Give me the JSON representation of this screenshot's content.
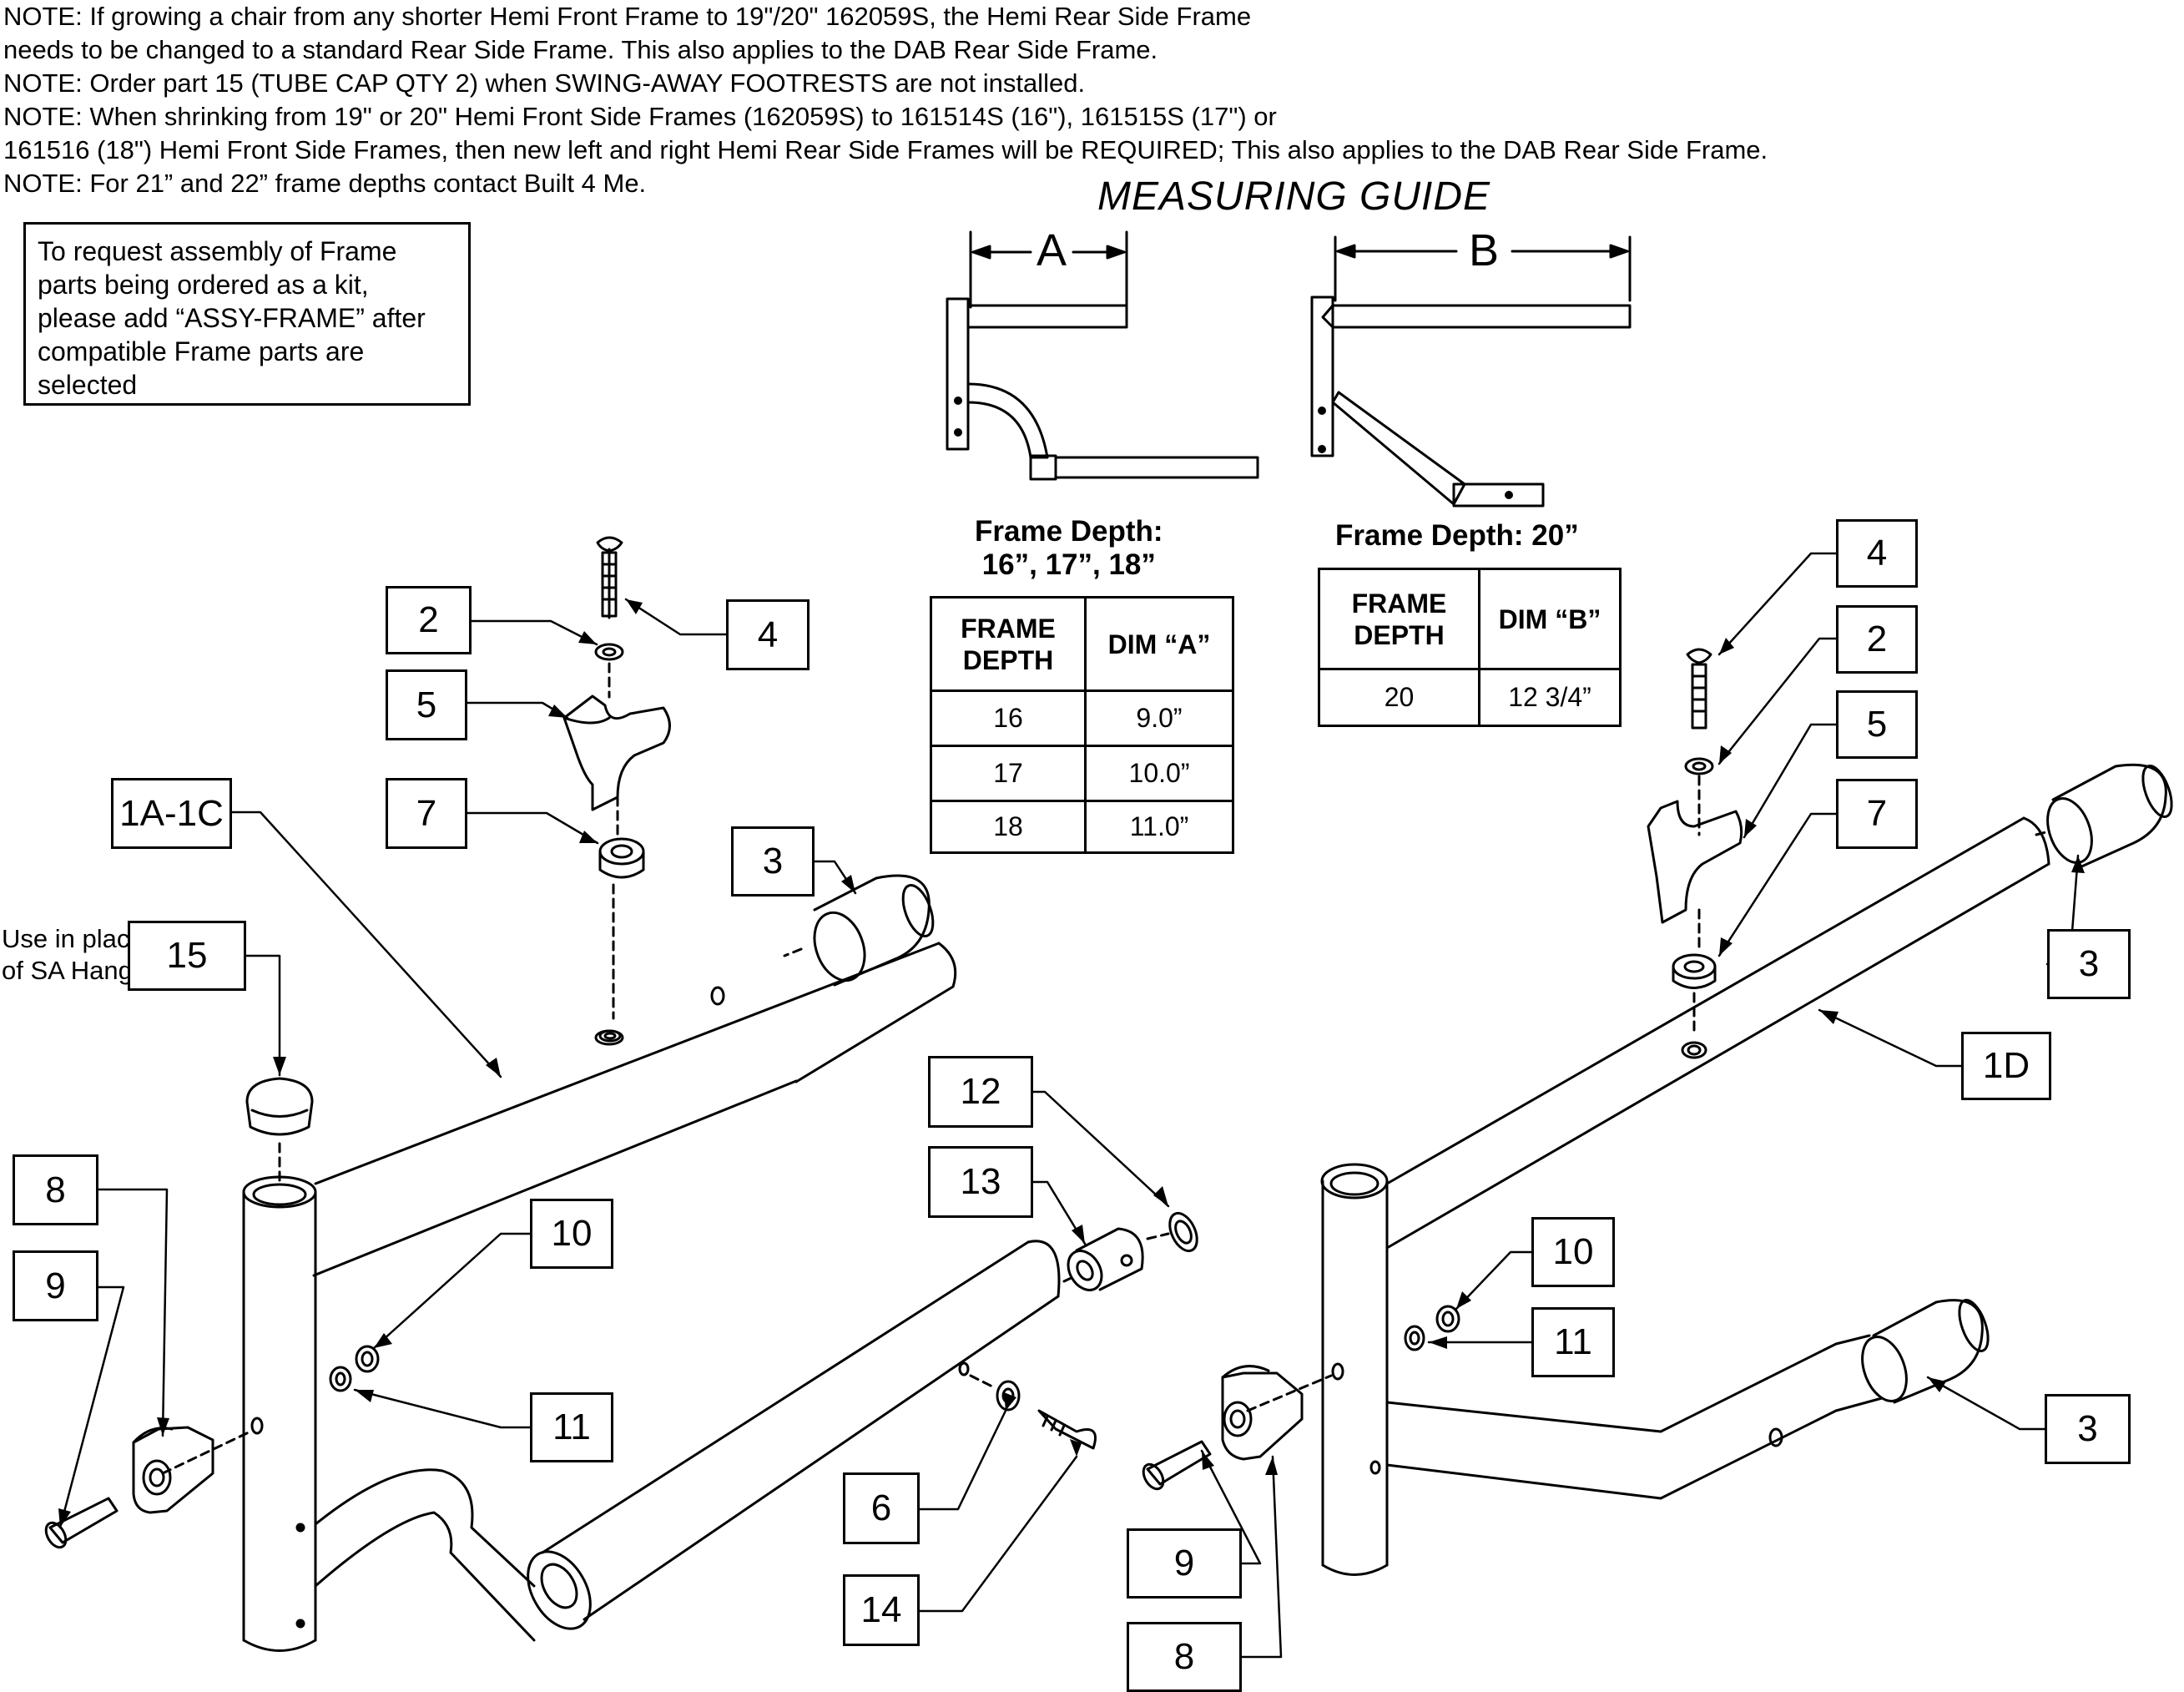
{
  "notes": [
    "NOTE: If growing a chair from any shorter Hemi Front Frame to 19\"/20\" 162059S, the Hemi Rear Side Frame",
    "needs to be changed to a standard Rear Side Frame. This also applies to the DAB Rear Side Frame.",
    "NOTE: Order part 15 (TUBE CAP QTY 2) when SWING-AWAY FOOTRESTS are not installed.",
    "NOTE: When shrinking from 19\" or 20\" Hemi Front Side Frames (162059S) to 161514S (16\"), 161515S (17\") or",
    "161516 (18\") Hemi Front Side Frames, then new left and right Hemi Rear Side Frames will be REQUIRED; This also applies to the DAB Rear Side Frame.",
    "NOTE: For 21” and 22” frame depths contact Built 4 Me."
  ],
  "assembly_box": {
    "lines": [
      "To request assembly of Frame",
      "parts being ordered as a kit,",
      "please add “ASSY-FRAME” after",
      "compatible Frame parts are",
      "selected"
    ]
  },
  "measuring_guide": {
    "title": "MEASURING GUIDE",
    "dim_a_letter": "A",
    "dim_b_letter": "B",
    "table_a": {
      "caption_line1": "Frame Depth:",
      "caption_line2": "16”, 17”, 18”",
      "header_depth_line1": "FRAME",
      "header_depth_line2": "DEPTH",
      "header_dim": "DIM “A”",
      "rows": [
        {
          "depth": "16",
          "dim": "9.0”"
        },
        {
          "depth": "17",
          "dim": "10.0”"
        },
        {
          "depth": "18",
          "dim": "11.0”"
        }
      ]
    },
    "table_b": {
      "caption": "Frame Depth: 20”",
      "header_depth_line1": "FRAME",
      "header_depth_line2": "DEPTH",
      "header_dim": "DIM “B”",
      "rows": [
        {
          "depth": "20",
          "dim": "12 3/4”"
        }
      ]
    }
  },
  "side_label": {
    "line1": "Use in place",
    "line2": "of SA Hanger"
  },
  "callouts": {
    "left_2": "2",
    "left_4": "4",
    "left_5": "5",
    "left_7": "7",
    "left_1a1c": "1A-1C",
    "left_3": "3",
    "left_15": "15",
    "left_8": "8",
    "left_9": "9",
    "left_10": "10",
    "left_11": "11",
    "mid_12": "12",
    "mid_13": "13",
    "mid_6": "6",
    "mid_14": "14",
    "right_4": "4",
    "right_2": "2",
    "right_5": "5",
    "right_7": "7",
    "right_3a": "3",
    "right_1d": "1D",
    "right_10": "10",
    "right_11": "11",
    "right_3b": "3",
    "right_9": "9",
    "right_8": "8"
  }
}
